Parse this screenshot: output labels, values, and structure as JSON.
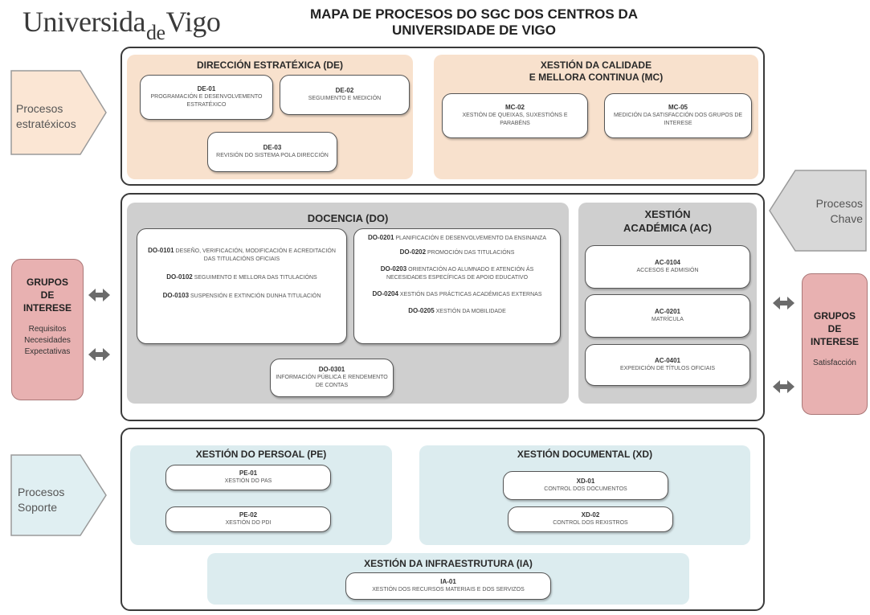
{
  "logo": {
    "part1": "Universida",
    "part2": "de",
    "part3": "Vigo"
  },
  "title": "MAPA DE PROCESOS DO SGC DOS CENTROS DA\nUNIVERSIDADE DE VIGO",
  "side": {
    "estratexicos": "Procesos\nestratéxicos",
    "chave": "Procesos\nChave",
    "soporte": "Procesos\nSoporte"
  },
  "grupos_left": {
    "title": "GRUPOS\nDE\nINTERESE",
    "sub": "Requisitos\nNecesidades\nExpectativas"
  },
  "grupos_right": {
    "title": "GRUPOS\nDE\nINTERESE",
    "sub": "Satisfacción"
  },
  "de": {
    "title": "DIRECCIÓN ESTRATÉXICA (DE)",
    "b1": {
      "code": "DE-01",
      "text": "PROGRAMACIÓN E DESENVOLVEMENTO ESTRATÉXICO"
    },
    "b2": {
      "code": "DE-02",
      "text": "SEGUIMENTO E MEDICIÓN"
    },
    "b3": {
      "code": "DE-03",
      "text": "REVISIÓN DO SISTEMA POLA DIRECCIÓN"
    }
  },
  "mc": {
    "title": "XESTIÓN DA CALIDADE\nE MELLORA CONTINUA (MC)",
    "b1": {
      "code": "MC-02",
      "text": "XESTIÓN DE QUEIXAS, SUXESTIÓNS E PARABÉNS"
    },
    "b2": {
      "code": "MC-05",
      "text": "MEDICIÓN DA SATISFACCIÓN DOS GRUPOS DE INTERESE"
    }
  },
  "do": {
    "title": "DOCENCIA (DO)",
    "i1": {
      "code": "DO-0101",
      "text": "DESEÑO, VERIFICACIÓN, MODIFICACIÓN E ACREDITACIÓN DAS TITULACIÓNS OFICIAIS"
    },
    "i2": {
      "code": "DO-0102",
      "text": "SEGUIMENTO E MELLORA DAS TITULACIÓNS"
    },
    "i3": {
      "code": "DO-0103",
      "text": "SUSPENSIÓN E EXTINCIÓN DUNHA TITULACIÓN"
    },
    "i4": {
      "code": "DO-0201",
      "text": "PLANIFICACIÓN E DESENVOLVEMENTO DA ENSINANZA"
    },
    "i5": {
      "code": "DO-0202",
      "text": "PROMOCIÓN DAS TITULACIÓNS"
    },
    "i6": {
      "code": "DO-0203",
      "text": "ORIENTACIÓN AO ALUMNADO E ATENCIÓN ÁS NECESIDADES ESPECÍFICAS DE APOIO EDUCATIVO"
    },
    "i7": {
      "code": "DO-0204",
      "text": "XESTIÓN DAS PRÁCTICAS ACADÉMICAS EXTERNAS"
    },
    "i8": {
      "code": "DO-0205",
      "text": "XESTIÓN DA MOBILIDADE"
    },
    "b9": {
      "code": "DO-0301",
      "text": "INFORMACIÓN PÚBLICA E RENDEMENTO DE CONTAS"
    }
  },
  "ac": {
    "title": "XESTIÓN\nACADÉMICA (AC)",
    "b1": {
      "code": "AC-0104",
      "text": "ACCESOS E ADMISIÓN"
    },
    "b2": {
      "code": "AC-0201",
      "text": "MATRÍCULA"
    },
    "b3": {
      "code": "AC-0401",
      "text": "EXPEDICIÓN DE TÍTULOS OFICIAIS"
    }
  },
  "pe": {
    "title": "XESTIÓN DO PERSOAL (PE)",
    "b1": {
      "code": "PE-01",
      "text": "XESTIÓN DO PAS"
    },
    "b2": {
      "code": "PE-02",
      "text": "XESTIÓN DO PDI"
    }
  },
  "xd": {
    "title": "XESTIÓN DOCUMENTAL (XD)",
    "b1": {
      "code": "XD-01",
      "text": "CONTROL DOS DOCUMENTOS"
    },
    "b2": {
      "code": "XD-02",
      "text": "CONTROL DOS REXISTROS"
    }
  },
  "ia": {
    "title": "XESTIÓN DA INFRAESTRUTURA  (IA)",
    "b1": {
      "code": "IA-01",
      "text": "XESTIÓN DOS RECURSOS MATERIAIS E DOS SERVIZOS"
    }
  },
  "colors": {
    "peach": "#f8e1cd",
    "grey": "#cfcfcf",
    "blue": "#dcecef",
    "pink": "#e8b1b1",
    "arrow": "#6b6b6b"
  }
}
